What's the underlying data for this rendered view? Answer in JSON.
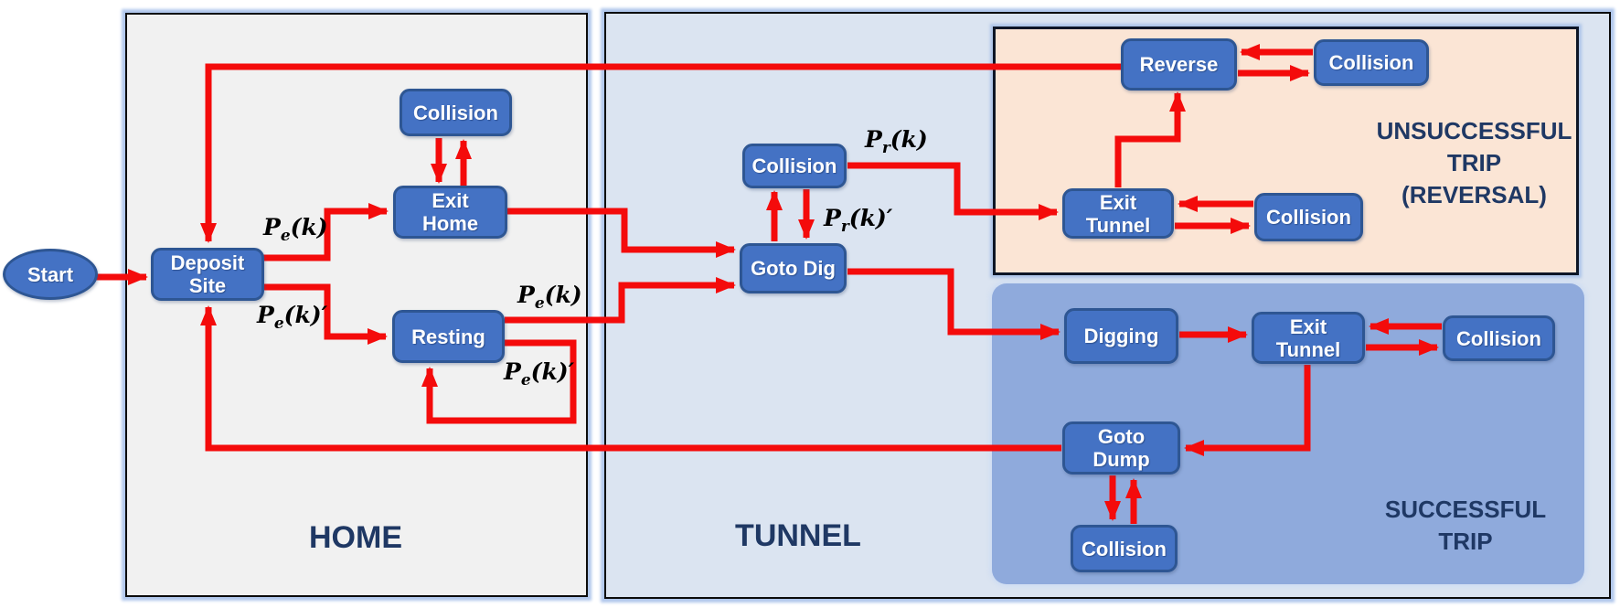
{
  "diagram": {
    "description": "Robot trip state-machine diagram with HOME and TUNNEL zones",
    "colors": {
      "node_fill": "#4472C4",
      "node_border": "#2E5693",
      "node_text": "#FFFFFF",
      "arrow": "#F40B0B",
      "home_fill": "#F1F1F1",
      "tunnel_fill": "#DBE4F1",
      "reversal_fill": "#FBE5D5",
      "success_fill": "#8FAADC",
      "region_label_text": "#1F3864"
    },
    "regions": {
      "home": {
        "label": "HOME"
      },
      "tunnel": {
        "label": "TUNNEL"
      },
      "reversal": {
        "label": "UNSUCCESSFUL\nTRIP\n(REVERSAL)"
      },
      "success": {
        "label": "SUCCESSFUL\nTRIP"
      }
    },
    "nodes": {
      "start": "Start",
      "deposit_site": "Deposit\nSite",
      "home_collision": "Collision",
      "exit_home": "Exit\nHome",
      "resting": "Resting",
      "tunnel_collision": "Collision",
      "goto_dig": "Goto Dig",
      "reverse": "Reverse",
      "reversal_collision_top": "Collision",
      "reversal_exit_tunnel": "Exit\nTunnel",
      "reversal_collision_bottom": "Collision",
      "digging": "Digging",
      "success_exit_tunnel": "Exit\nTunnel",
      "success_collision_right": "Collision",
      "goto_dump": "Goto\nDump",
      "success_collision_bottom": "Collision"
    },
    "edge_labels": {
      "pe_k_exit": {
        "p": "P",
        "sub": "e",
        "rest": "(k)"
      },
      "pe_k_prime_rest": {
        "p": "P",
        "sub": "e",
        "rest": "(k)′"
      },
      "pe_k_dig": {
        "p": "P",
        "sub": "e",
        "rest": "(k)"
      },
      "pe_k_prime_loop": {
        "p": "P",
        "sub": "e",
        "rest": "(k)′"
      },
      "pr_k": {
        "p": "P",
        "sub": "r",
        "rest": "(k)"
      },
      "pr_k_prime": {
        "p": "P",
        "sub": "r",
        "rest": "(k)′"
      }
    }
  }
}
